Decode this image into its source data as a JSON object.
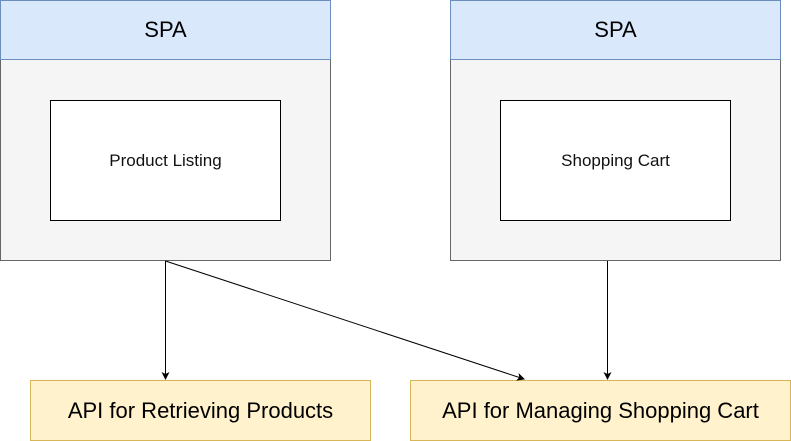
{
  "spa_left": {
    "title": "SPA",
    "component": "Product Listing"
  },
  "spa_right": {
    "title": "SPA",
    "component": "Shopping Cart"
  },
  "apis": {
    "products": "API for Retrieving Products",
    "cart": "API for Managing Shopping Cart"
  },
  "colors": {
    "spa_header_fill": "#dae8fc",
    "spa_header_stroke": "#6c8ebf",
    "spa_body_fill": "#f5f5f5",
    "api_fill": "#fff2cc",
    "api_stroke": "#d6b656"
  }
}
